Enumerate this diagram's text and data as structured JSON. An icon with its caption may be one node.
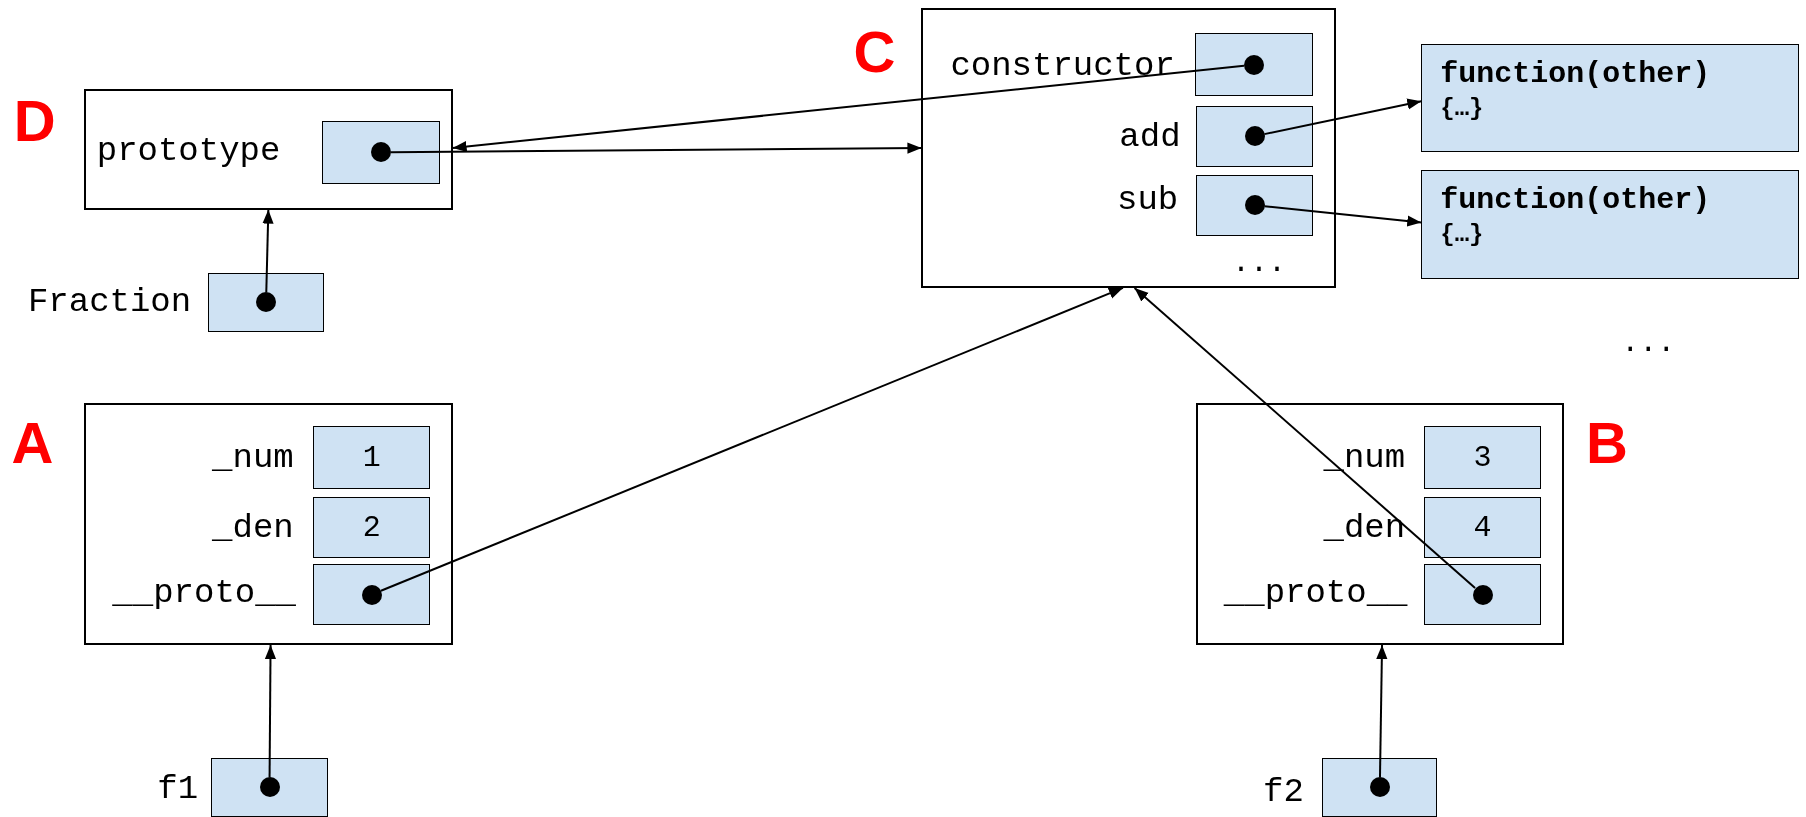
{
  "diagram": {
    "nodes": [
      {
        "text": [],
        "shape": "box",
        "beside": [
          "D"
        ]
      },
      {
        "text": [],
        "shape": "box",
        "in": 0,
        "beside": [
          "prototype"
        ]
      },
      {
        "text": [],
        "shape": "circle",
        "in": 1
      },
      {
        "text": [],
        "shape": "box",
        "beside": [
          "Fraction"
        ]
      },
      {
        "text": [],
        "shape": "circle",
        "in": 3
      },
      {
        "text": [],
        "shape": "box",
        "beside": [
          "C"
        ]
      },
      {
        "text": [],
        "shape": "box",
        "in": 5,
        "beside": [
          "constructor"
        ]
      },
      {
        "text": [],
        "shape": "circle",
        "in": 6
      },
      {
        "text": [],
        "shape": "box",
        "in": 5,
        "beside": [
          "add"
        ]
      },
      {
        "text": [],
        "shape": "circle",
        "in": 8
      },
      {
        "text": [],
        "shape": "box",
        "in": 5,
        "beside": [
          "sub"
        ]
      },
      {
        "text": [],
        "shape": "circle",
        "in": 10
      },
      {
        "text": [
          "function(other)",
          "{…}"
        ]
      },
      {
        "text": [
          "function(other)",
          "{…}"
        ]
      },
      {
        "text": [],
        "shape": "box",
        "beside": [
          "A"
        ]
      },
      {
        "text": [
          "1"
        ],
        "in": 14,
        "beside": [
          "_num"
        ]
      },
      {
        "text": [
          "2"
        ],
        "in": 14,
        "beside": [
          "_den"
        ]
      },
      {
        "text": [],
        "shape": "box",
        "in": 14,
        "beside": [
          "__proto__"
        ]
      },
      {
        "text": [],
        "shape": "circle",
        "in": 17
      },
      {
        "text": [],
        "shape": "box",
        "beside": [
          "B"
        ]
      },
      {
        "text": [
          "3"
        ],
        "in": 19,
        "beside": [
          "_num"
        ]
      },
      {
        "text": [
          "4"
        ],
        "in": 19,
        "beside": [
          "_den"
        ]
      },
      {
        "text": [],
        "shape": "box",
        "in": 19,
        "beside": [
          "__proto__"
        ]
      },
      {
        "text": [],
        "shape": "circle",
        "in": 22
      },
      {
        "text": [],
        "shape": "box",
        "beside": [
          "f1"
        ]
      },
      {
        "text": [],
        "shape": "circle",
        "in": 24
      },
      {
        "text": [],
        "shape": "box",
        "beside": [
          "f2"
        ]
      },
      {
        "text": [],
        "shape": "circle",
        "in": 26
      }
    ],
    "edges": [
      {
        "from": 4,
        "to": 0,
        "arrow": "to"
      },
      {
        "from": 2,
        "to": 5,
        "arrow": "to"
      },
      {
        "from": 7,
        "to": 0,
        "arrow": "to"
      },
      {
        "from": 9,
        "to": 12,
        "arrow": "to"
      },
      {
        "from": 11,
        "to": 13,
        "arrow": "to"
      },
      {
        "from": 18,
        "to": 5,
        "arrow": "to"
      },
      {
        "from": 23,
        "to": 5,
        "arrow": "to"
      },
      {
        "from": 25,
        "to": 14,
        "arrow": "to"
      },
      {
        "from": 27,
        "to": 19,
        "arrow": "to"
      }
    ],
    "labels": [
      "...",
      "..."
    ]
  }
}
